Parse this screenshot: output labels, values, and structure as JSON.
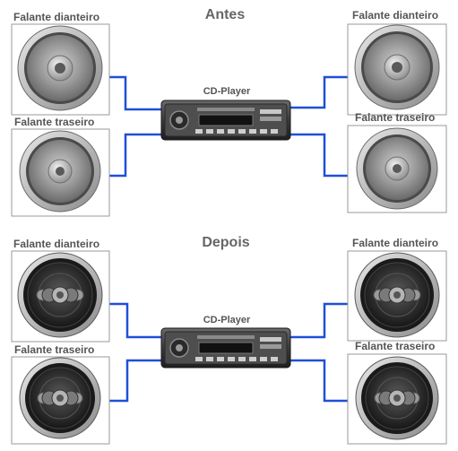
{
  "sections": [
    {
      "title": "Antes",
      "speaker_style": "standard",
      "cd_label": "CD-Player",
      "front_left_label": "Falante dianteiro",
      "rear_left_label": "Falante traseiro",
      "front_right_label": "Falante dianteiro",
      "rear_right_label": "Falante traseiro"
    },
    {
      "title": "Depois",
      "speaker_style": "triaxial",
      "cd_label": "CD-Player",
      "front_left_label": "Falante dianteiro",
      "rear_left_label": "Falante traseiro",
      "front_right_label": "Falante dianteiro",
      "rear_right_label": "Falante traseiro"
    }
  ],
  "colors": {
    "wire": "#1e4fd8",
    "label_text": "#555555",
    "box_border": "#9a9a9a",
    "speaker_standard": "#8a8a8a",
    "speaker_triaxial": "#2a2a2a",
    "cd_body": "#3a3a3a"
  }
}
